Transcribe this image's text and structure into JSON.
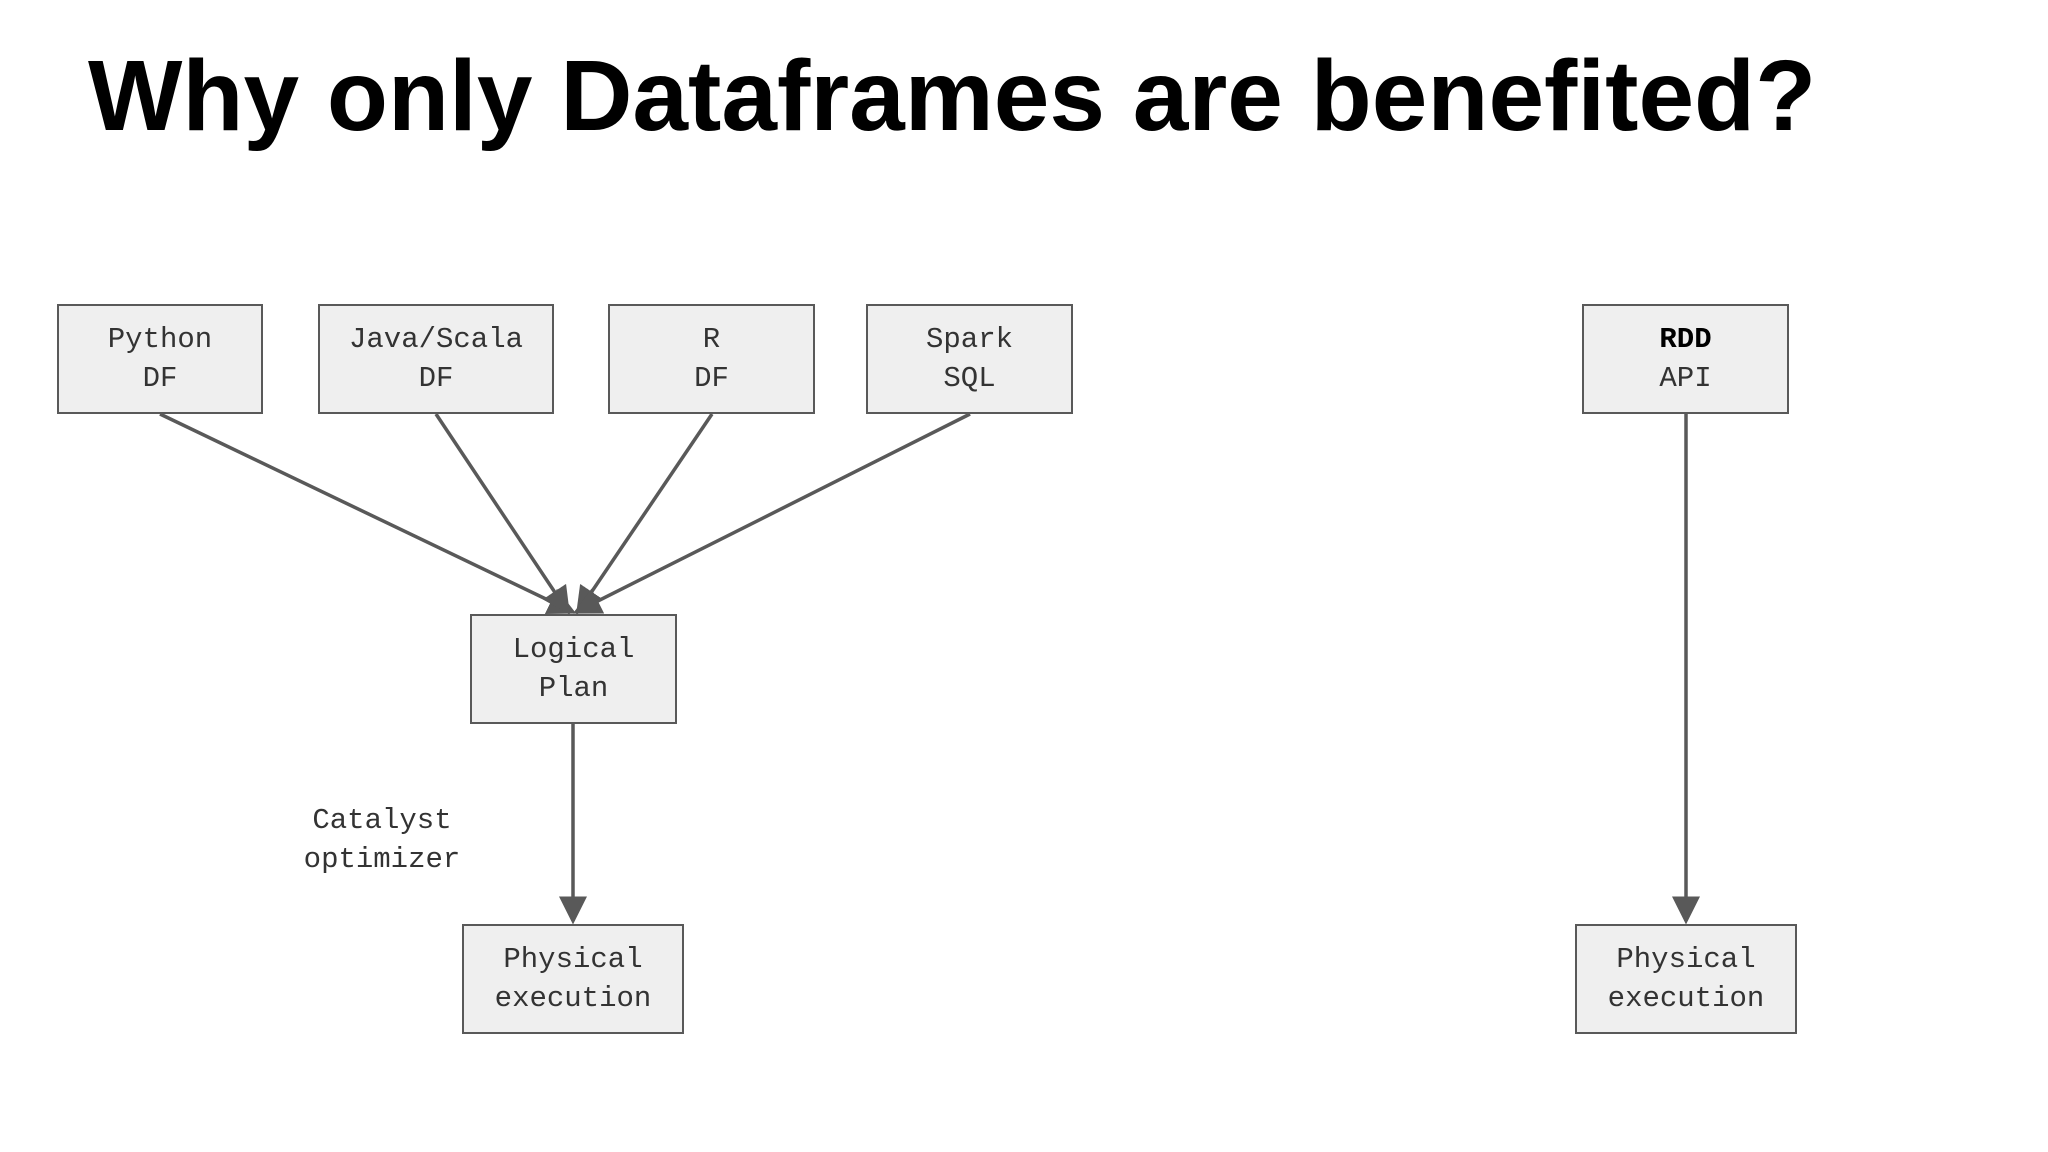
{
  "slide": {
    "title": "Why only Dataframes are benefited?"
  },
  "diagram": {
    "nodes": {
      "python_df": {
        "line1": "Python",
        "line2": "DF"
      },
      "java_scala_df": {
        "line1": "Java/Scala",
        "line2": "DF"
      },
      "r_df": {
        "line1": "R",
        "line2": "DF"
      },
      "spark_sql": {
        "line1": "Spark",
        "line2": "SQL"
      },
      "logical_plan": {
        "line1": "Logical",
        "line2": "Plan"
      },
      "physical_execution_df": {
        "line1": "Physical",
        "line2": "execution"
      },
      "rdd_api": {
        "line1": "RDD",
        "line2": "API"
      },
      "physical_execution_rdd": {
        "line1": "Physical",
        "line2": "execution"
      }
    },
    "edge_label": {
      "line1": "Catalyst",
      "line2": "optimizer"
    },
    "edges": [
      {
        "from": "python_df",
        "to": "logical_plan"
      },
      {
        "from": "java_scala_df",
        "to": "logical_plan"
      },
      {
        "from": "r_df",
        "to": "logical_plan"
      },
      {
        "from": "spark_sql",
        "to": "logical_plan"
      },
      {
        "from": "logical_plan",
        "to": "physical_execution_df"
      },
      {
        "from": "rdd_api",
        "to": "physical_execution_rdd"
      }
    ],
    "colors": {
      "node_fill": "#efefef",
      "node_border": "#595959",
      "edge": "#595959",
      "text": "#333333"
    }
  }
}
